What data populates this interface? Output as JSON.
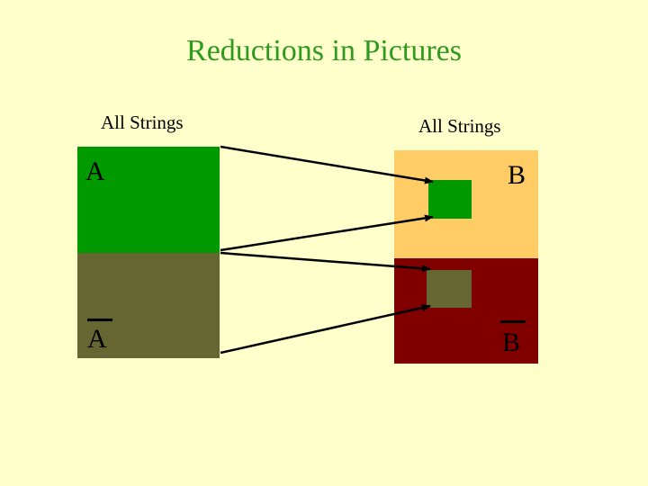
{
  "title": "Reductions in Pictures",
  "left": {
    "label": "All Strings",
    "set_label": "A",
    "complement_label": "A"
  },
  "right": {
    "label": "All Strings",
    "set_label": "B",
    "complement_label": "B"
  },
  "colors": {
    "background": "#ffffcc",
    "title": "#2e9a1e",
    "set_a": "#009900",
    "complement_a": "#666633",
    "set_b_region": "#ffcc66",
    "complement_b_region": "#800000",
    "mapped_a": "#009900",
    "mapped_complement_a": "#666633"
  }
}
